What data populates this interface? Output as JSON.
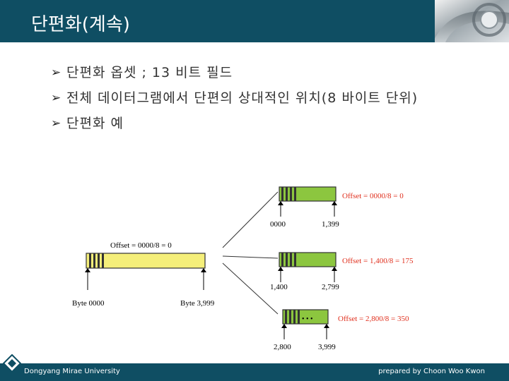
{
  "slide": {
    "title": "단편화(계속)",
    "bullets": [
      "단편화 옵셋 ; 13 비트 필드",
      "전체 데이터그램에서 단편의 상대적인 위치(8 바이트 단위)",
      "단편화 예"
    ]
  },
  "diagram": {
    "original": {
      "offset_label": "Offset = 0000/8 = 0",
      "start_label": "Byte 0000",
      "end_label": "Byte 3,999"
    },
    "fragments": [
      {
        "offset_label": "Offset = 0000/8 =  0",
        "start_label": "0000",
        "end_label": "1,399"
      },
      {
        "offset_label": "Offset = 1,400/8 = 175",
        "start_label": "1,400",
        "end_label": "2,799"
      },
      {
        "offset_label": "Offset = 2,800/8 = 350",
        "start_label": "2,800",
        "end_label": "3,999"
      }
    ],
    "ellipsis": "• • •",
    "colors": {
      "packet_fill": "#f5ef7a",
      "fragment_fill": "#8cc63f",
      "offset_text": "#e0301e"
    }
  },
  "footer": {
    "left": "Dongyang Mirae University",
    "right": "prepared by Choon Woo Kwon"
  },
  "theme": {
    "bar_color": "#0f4e63"
  },
  "icons": {
    "bullet": "arrow-bullet-icon",
    "logo": "metallic-logo-art",
    "footer_mark": "diamond-icon"
  }
}
